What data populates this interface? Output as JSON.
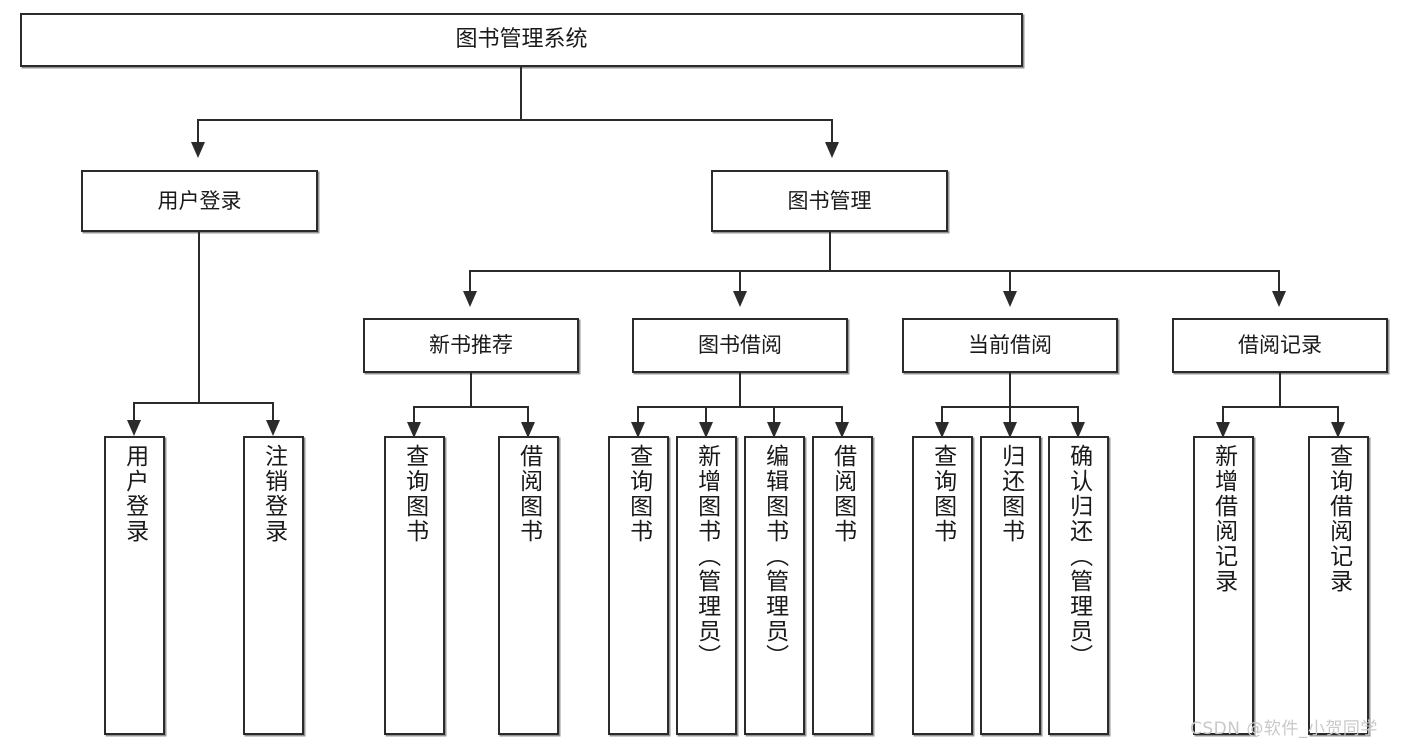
{
  "diagram": {
    "type": "tree-hierarchy",
    "title": "图书管理系统",
    "root": {
      "id": "root",
      "label": "图书管理系统"
    },
    "level1": [
      {
        "id": "user-login",
        "label": "用户登录"
      },
      {
        "id": "book-manage",
        "label": "图书管理"
      }
    ],
    "level2": [
      {
        "id": "new-book-rec",
        "label": "新书推荐",
        "parent": "book-manage"
      },
      {
        "id": "book-borrow",
        "label": "图书借阅",
        "parent": "book-manage"
      },
      {
        "id": "current-borrow",
        "label": "当前借阅",
        "parent": "book-manage"
      },
      {
        "id": "borrow-record",
        "label": "借阅记录",
        "parent": "book-manage"
      }
    ],
    "leaves": {
      "user-login": [
        {
          "id": "leaf-user-login",
          "label": "用户登录"
        },
        {
          "id": "leaf-logout",
          "label": "注销登录"
        }
      ],
      "new-book-rec": [
        {
          "id": "leaf-query-book-1",
          "label": "查询图书"
        },
        {
          "id": "leaf-borrow-book-1",
          "label": "借阅图书"
        }
      ],
      "book-borrow": [
        {
          "id": "leaf-query-book-2",
          "label": "查询图书"
        },
        {
          "id": "leaf-add-book",
          "label": "新增图书（管理员）"
        },
        {
          "id": "leaf-edit-book",
          "label": "编辑图书（管理员）"
        },
        {
          "id": "leaf-borrow-book-2",
          "label": "借阅图书"
        }
      ],
      "current-borrow": [
        {
          "id": "leaf-query-book-3",
          "label": "查询图书"
        },
        {
          "id": "leaf-return-book",
          "label": "归还图书"
        },
        {
          "id": "leaf-confirm-return",
          "label": "确认归还（管理员）"
        }
      ],
      "borrow-record": [
        {
          "id": "leaf-add-record",
          "label": "新增借阅记录"
        },
        {
          "id": "leaf-query-record",
          "label": "查询借阅记录"
        }
      ]
    }
  },
  "watermark": {
    "text": "CSDN @软件_小贺同学"
  },
  "colors": {
    "stroke": "#2b2b2b",
    "background": "#ffffff",
    "text": "#1a1a1a",
    "watermark": "#c9c9c9"
  }
}
